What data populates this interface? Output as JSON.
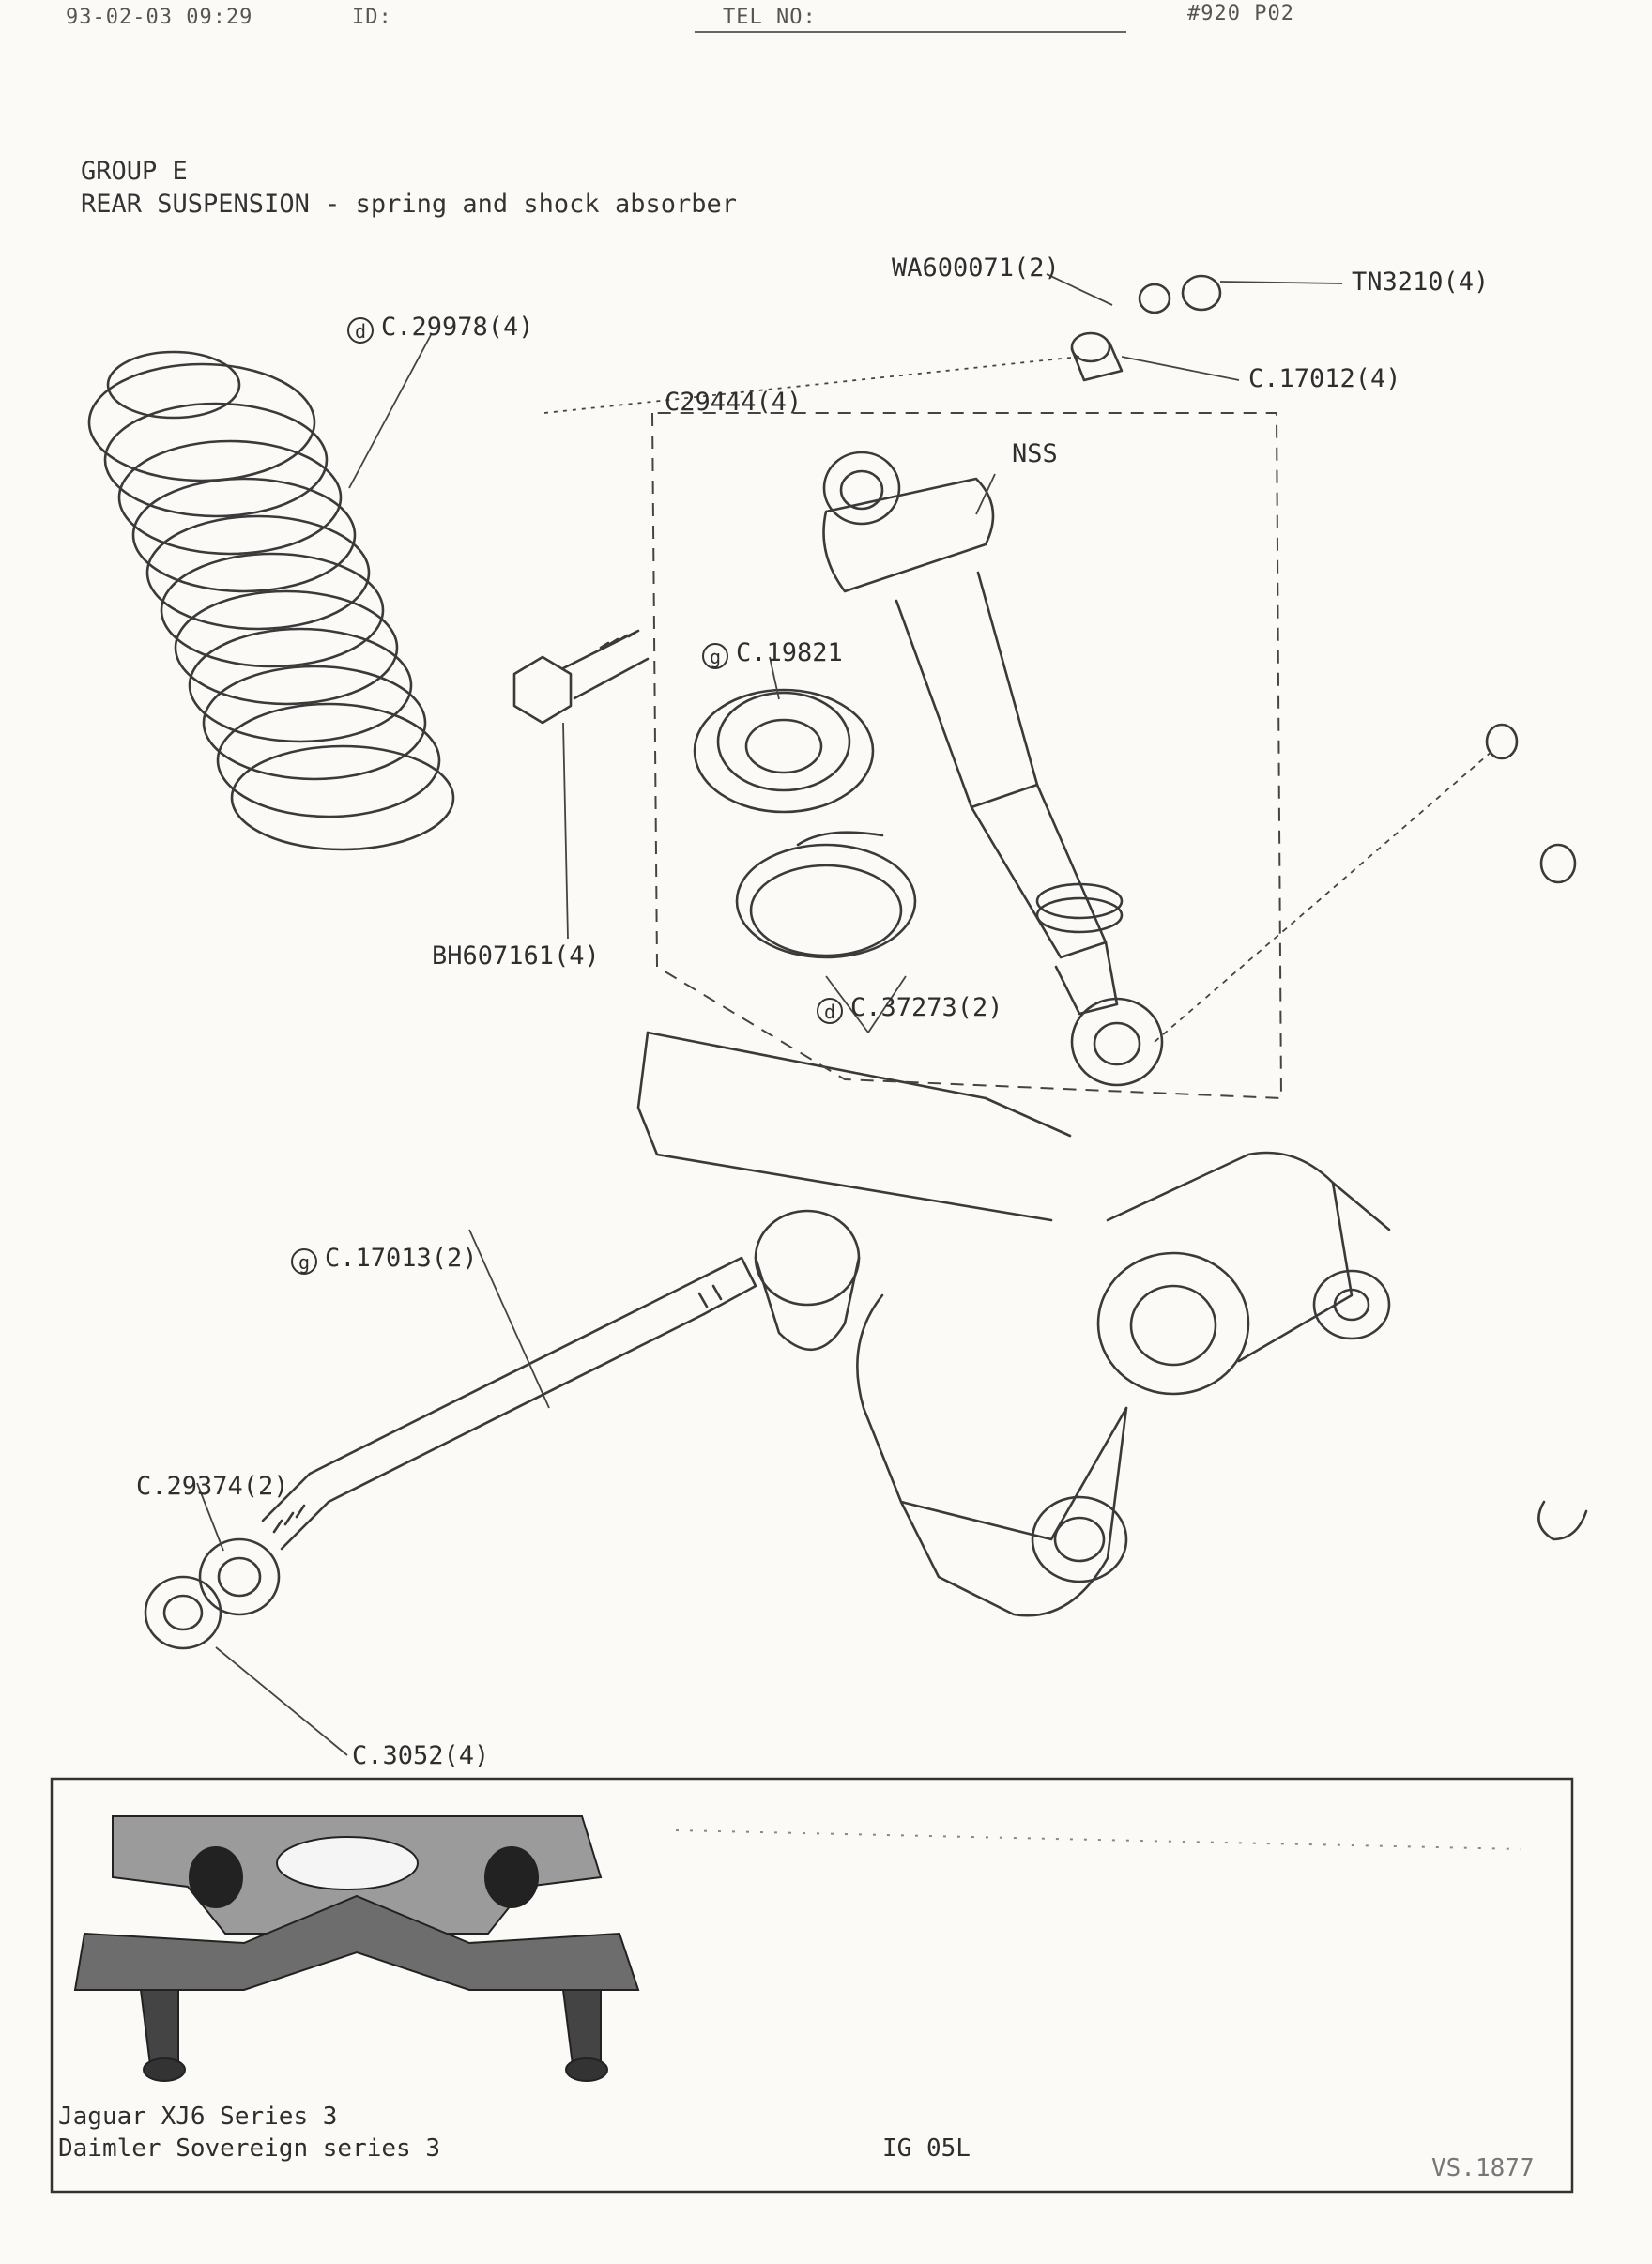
{
  "fax_header": {
    "date_time": "93-02-03 09:29",
    "id": "ID:",
    "tel": "TEL NO:",
    "page": "#920 P02"
  },
  "heading": {
    "group": "GROUP E",
    "subtitle": "REAR SUSPENSION - spring and shock absorber"
  },
  "markers": {
    "d": "d",
    "g": "g"
  },
  "parts": {
    "wa600071": "WA600071(2)",
    "tn3210": "TN3210(4)",
    "c29978": "C.29978(4)",
    "c17012": "C.17012(4)",
    "c29444": "C29444(4)",
    "nss": "NSS",
    "c19821": "C.19821",
    "bh607161": "BH607161(4)",
    "c37273": "C.37273(2)",
    "c17013": "C.17013(2)",
    "c29374": "C.29374(2)",
    "c3052": "C.3052(4)"
  },
  "footer": {
    "model_1": "Jaguar XJ6 Series 3",
    "model_2": "Daimler Sovereign series 3",
    "code": "IG 05L",
    "ref": "VS.1877"
  }
}
